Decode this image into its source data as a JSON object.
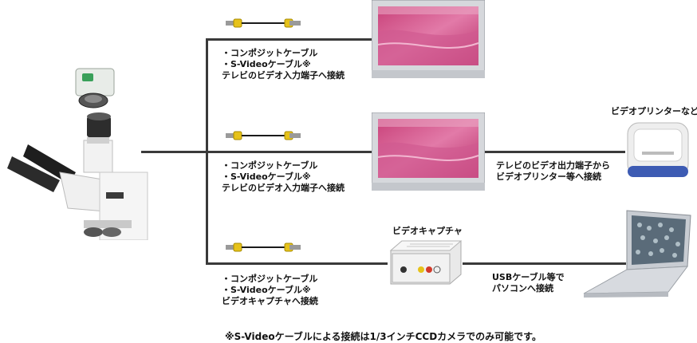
{
  "routes": [
    {
      "lines": [
        "・コンポジットケーブル",
        "・S-Videoケーブル※",
        "テレビのビデオ入力端子へ接続"
      ]
    },
    {
      "lines": [
        "・コンポジットケーブル",
        "・S-Videoケーブル※",
        "テレビのビデオ入力端子へ接続"
      ]
    },
    {
      "lines": [
        "・コンポジットケーブル",
        "・S-Videoケーブル※",
        "ビデオキャプチャへ接続"
      ]
    }
  ],
  "printer": {
    "label": "ビデオプリンターなど",
    "connection": [
      "テレビのビデオ出力端子から",
      "ビデオプリンター等へ接続"
    ]
  },
  "capture": {
    "label": "ビデオキャプチャ",
    "connection": [
      "USBケーブル等で",
      "パソコンへ接続"
    ]
  },
  "footnote": "※S-Videoケーブルによる接続は1/3インチCCDカメラでのみ可能です。"
}
